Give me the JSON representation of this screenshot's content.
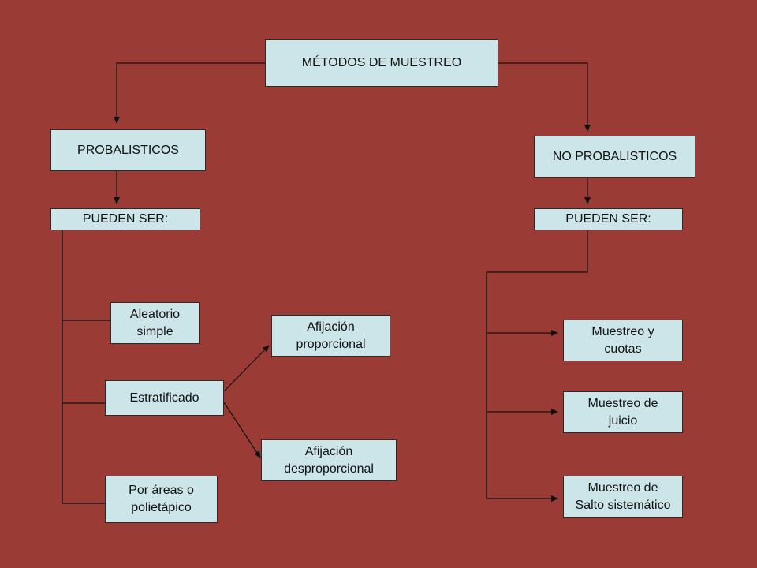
{
  "diagram": {
    "root": "MÉTODOS DE MUESTREO",
    "left": {
      "title": "PROBALISTICOS",
      "sub": "PUEDEN SER:",
      "items": {
        "aleatorio": "Aleatorio\nsimple",
        "estratificado": "Estratificado",
        "areas": "Por áreas o\npolietápico",
        "afijacion_prop": "Afijación\nproporcional",
        "afijacion_desprop": "Afijación\ndesproporcional"
      }
    },
    "right": {
      "title": "NO PROBALISTICOS",
      "sub": "PUEDEN SER:",
      "items": {
        "cuotas": "Muestreo y\ncuotas",
        "juicio": "Muestreo de\njuicio",
        "salto": "Muestreo de\nSalto sistemático"
      }
    }
  }
}
